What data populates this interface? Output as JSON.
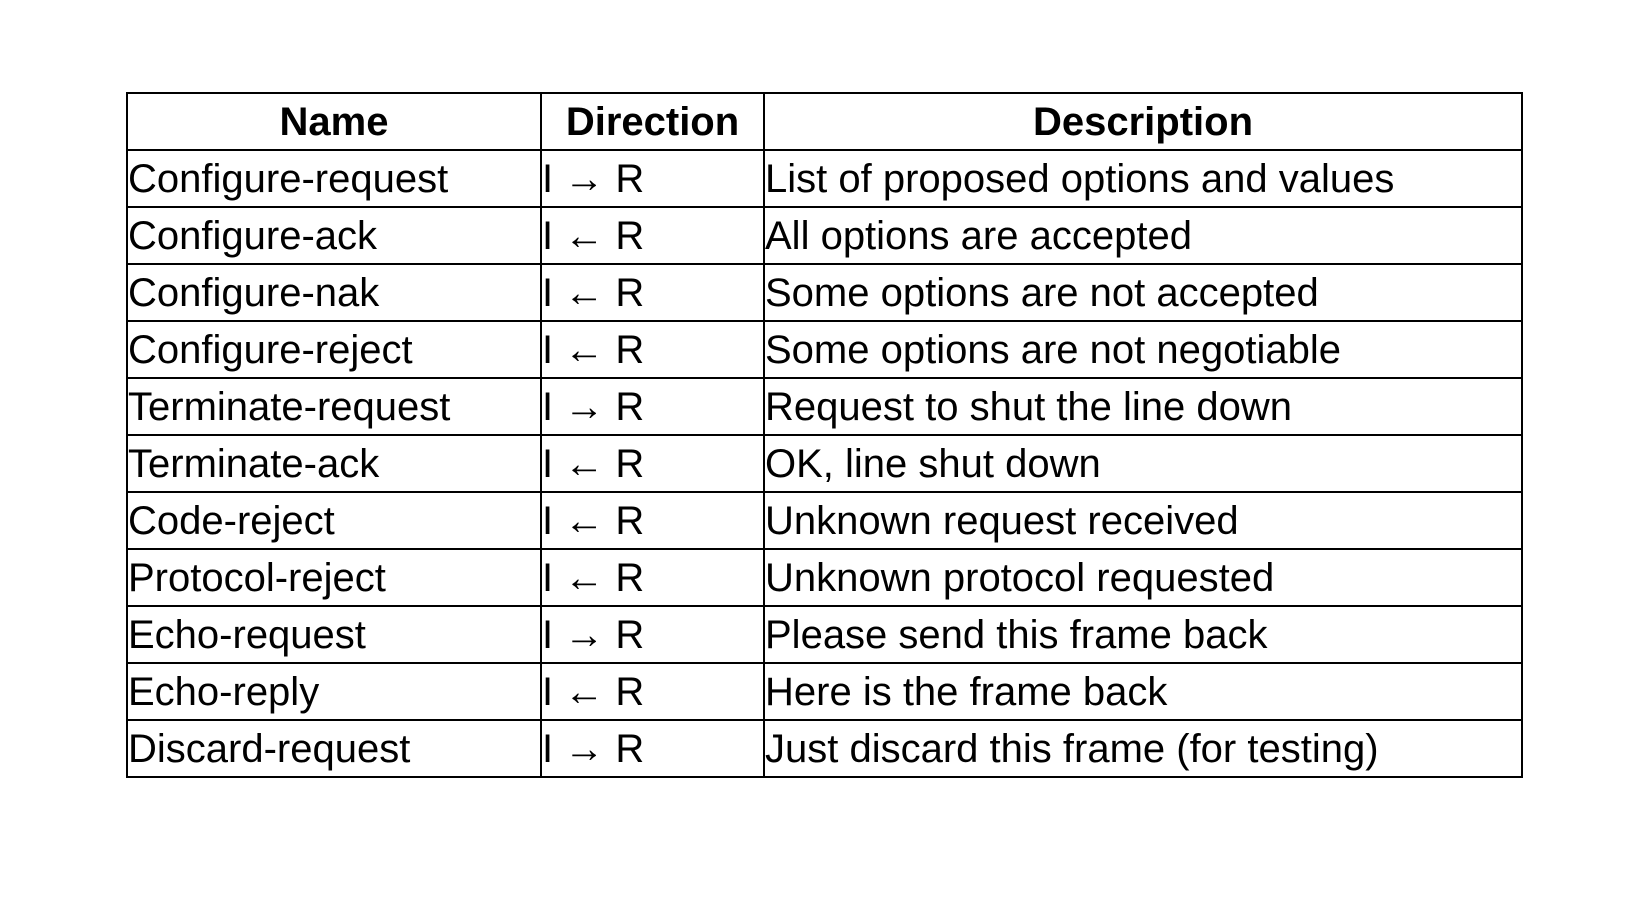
{
  "table": {
    "headers": {
      "name": "Name",
      "direction": "Direction",
      "description": "Description"
    },
    "rows": [
      {
        "name": "Configure-request",
        "direction": "I → R",
        "description": "List of proposed options and values"
      },
      {
        "name": "Configure-ack",
        "direction": "I ← R",
        "description": "All options are accepted"
      },
      {
        "name": "Configure-nak",
        "direction": "I ← R",
        "description": "Some options are not accepted"
      },
      {
        "name": "Configure-reject",
        "direction": "I ← R",
        "description": "Some options are not negotiable"
      },
      {
        "name": "Terminate-request",
        "direction": "I → R",
        "description": "Request to shut the line down"
      },
      {
        "name": "Terminate-ack",
        "direction": "I ← R",
        "description": "OK, line shut down"
      },
      {
        "name": "Code-reject",
        "direction": "I ← R",
        "description": "Unknown request received"
      },
      {
        "name": "Protocol-reject",
        "direction": "I ← R",
        "description": "Unknown protocol requested"
      },
      {
        "name": "Echo-request",
        "direction": "I → R",
        "description": "Please send this frame back"
      },
      {
        "name": "Echo-reply",
        "direction": "I ← R",
        "description": "Here is the frame back"
      },
      {
        "name": "Discard-request",
        "direction": "I → R",
        "description": "Just discard this frame (for testing)"
      }
    ]
  }
}
